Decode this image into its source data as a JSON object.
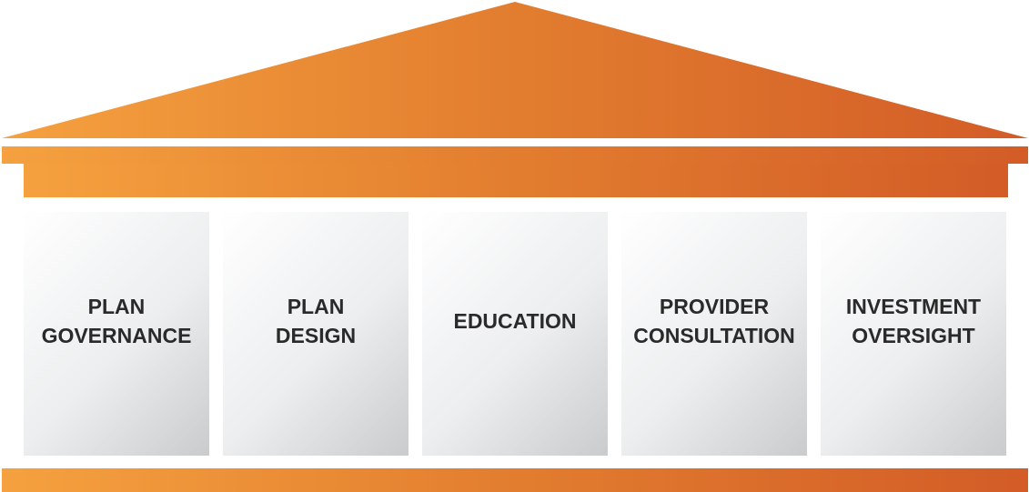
{
  "colors": {
    "orange_light": "#f5a13f",
    "orange_mid": "#e27d2f",
    "orange_dark": "#d35c27",
    "pillar_light": "#ffffff",
    "pillar_shadow": "#c9cbcd",
    "text": "#2a2a2a"
  },
  "pillars": [
    {
      "label": "PLAN\nGOVERNANCE"
    },
    {
      "label": "PLAN\nDESIGN"
    },
    {
      "label": "EDUCATION"
    },
    {
      "label": "PROVIDER\nCONSULTATION"
    },
    {
      "label": "INVESTMENT\nOVERSIGHT"
    }
  ]
}
